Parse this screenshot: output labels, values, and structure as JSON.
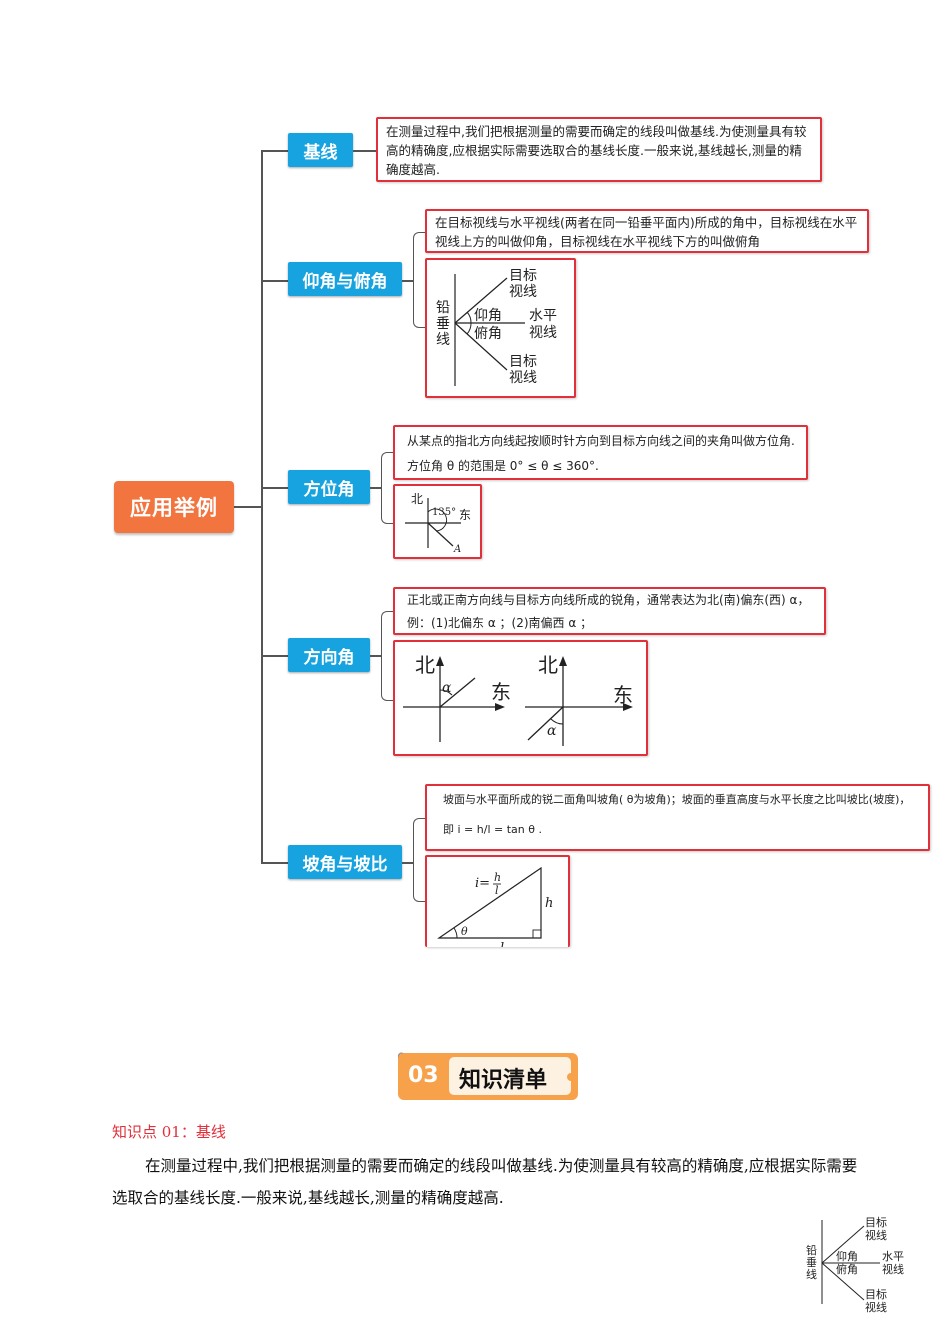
{
  "mindmap": {
    "root": "应用举例",
    "nodes": {
      "baseline": "基线",
      "elevation": "仰角与俯角",
      "azimuth": "方位角",
      "direction": "方向角",
      "slope": "坡角与坡比"
    },
    "baseline_text": "在测量过程中,我们把根据测量的需要而确定的线段叫做基线.为使测量具有较高的精确度,应根据实际需要选取合的基线长度.一般来说,基线越长,测量的精确度越高.",
    "elevation_text": "在目标视线与水平视线(两者在同一铅垂平面内)所成的角中，目标视线在水平视线上方的叫做仰角，目标视线在水平视线下方的叫做俯角",
    "elevation_diagram": {
      "target_top": [
        "目标",
        "视线"
      ],
      "plumb": [
        "铅",
        "垂",
        "线"
      ],
      "elev": "仰角",
      "dep": "俯角",
      "horizontal": [
        "水平",
        "视线"
      ],
      "target_bottom": [
        "目标",
        "视线"
      ]
    },
    "azimuth_text_1": "从某点的指北方向线起按顺时针方向到目标方向线之间的夹角叫做方位角.",
    "azimuth_text_2": "方位角 θ 的范围是 0° ≤ θ ≤ 360°.",
    "azimuth_diagram": {
      "north": "北",
      "east": "东",
      "angle": "135°",
      "point": "A"
    },
    "direction_text_1": "正北或正南方向线与目标方向线所成的锐角，通常表达为北(南)偏东(西) α，",
    "direction_text_2": "例：(1)北偏东 α ；(2)南偏西 α ；",
    "direction_diagram": {
      "north": "北",
      "east": "东",
      "alpha": "α"
    },
    "slope_text_1": "坡面与水平面所成的锐二面角叫坡角( θ为坡角)；坡面的垂直高度与水平长度之比叫坡比(坡度)，",
    "slope_text_2": "即 i = h/l = tan θ .",
    "slope_diagram": {
      "ratio": "i=",
      "h": "h",
      "l": "l",
      "theta": "θ"
    }
  },
  "section_badge": {
    "number": "03",
    "title": "知识清单"
  },
  "knowledge_point": {
    "title": "知识点 01：基线",
    "paragraph": "在测量过程中,我们把根据测量的需要而确定的线段叫做基线.为使测量具有较高的精确度,应根据实际需要选取合的基线长度.一般来说,基线越长,测量的精确度越高."
  },
  "colors": {
    "root": "#f2743f",
    "node": "#17a3e0",
    "border": "#e0303a",
    "badge": "#f7a14a"
  }
}
